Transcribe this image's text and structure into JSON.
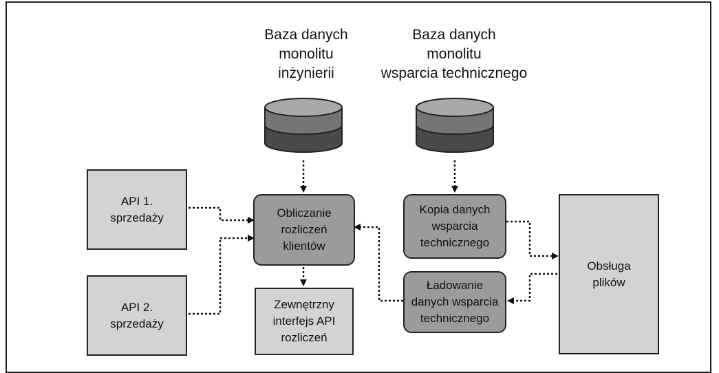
{
  "diagram": {
    "db_engineering": {
      "line1": "Baza danych",
      "line2": "monolitu",
      "line3": "inżynierii"
    },
    "db_support": {
      "line1": "Baza danych",
      "line2": "monolitu",
      "line3": "wsparcia technicznego"
    },
    "nodes": {
      "api_sales_1": "API 1.\nsprzedaży",
      "api_sales_2": "API 2.\nsprzedaży",
      "billing_calc": "Obliczanie\nrozliczeń\nklientów",
      "external_api": "Zewnętrzny\ninterfejs API\nrozliczeń",
      "support_copy": "Kopia danych\nwsparcia\ntechnicznego",
      "support_load": "Ładowanie\ndanych wsparcia\ntechnicznego",
      "file_handling": "Obsługa\nplików"
    },
    "colors": {
      "plain_box": "#d3d3d3",
      "process_box": "#9b9b9b",
      "db_light": "#a9a9a9",
      "db_dark": "#5e5e5e",
      "outline": "#222222"
    }
  }
}
